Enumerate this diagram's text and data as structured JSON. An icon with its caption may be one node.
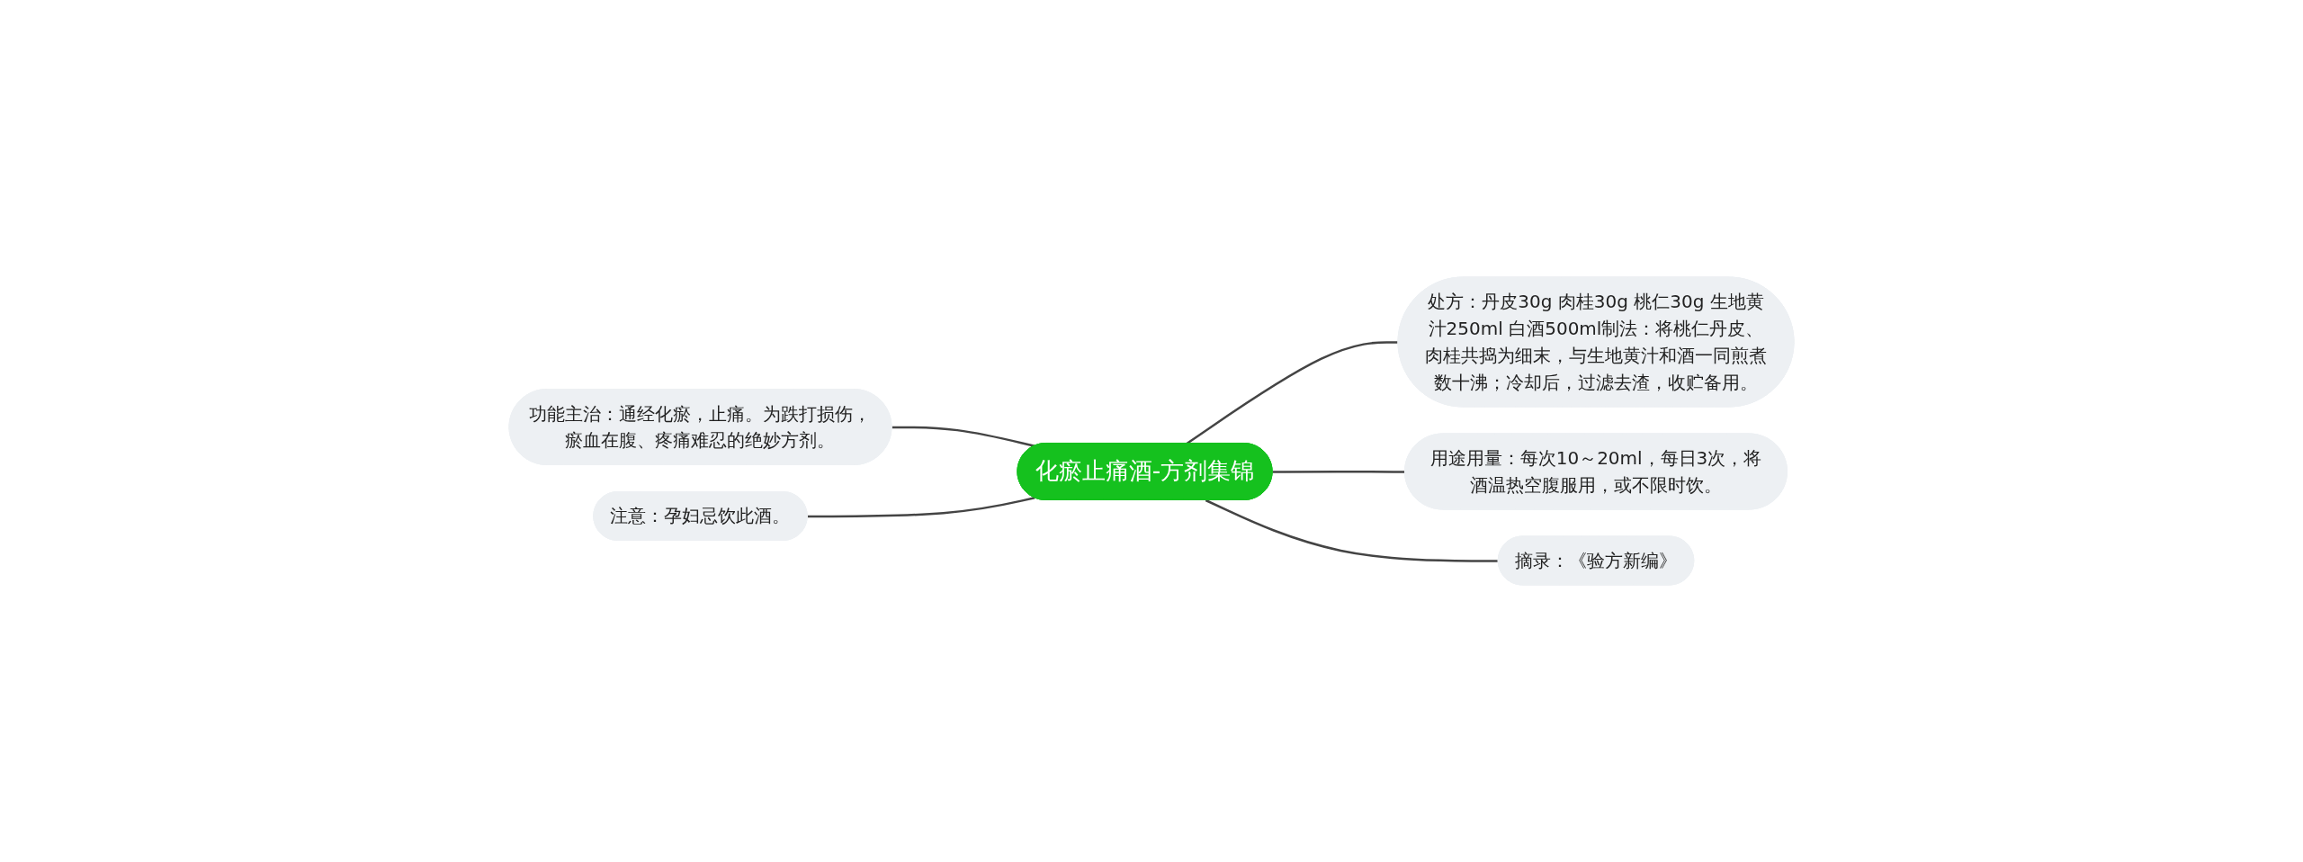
{
  "diagram": {
    "nodes": [
      {
        "text": [
          "化瘀止痛酒-方剂集锦"
        ]
      },
      {
        "text": [
          "处方：丹皮30g 肉桂30g 桃仁30g 生地黄汁250ml 白酒500ml制法：将桃仁丹皮、肉桂共捣为细末，与生地黄汁和酒一同煎煮数十沸；冷却后，过滤去渣，收贮备用。"
        ]
      },
      {
        "text": [
          "功能主治：通经化瘀，止痛。为跌打损伤，瘀血在腹、疼痛难忍的绝妙方剂。"
        ]
      },
      {
        "text": [
          "注意：孕妇忌饮此酒。"
        ]
      },
      {
        "text": [
          "用途用量：每次10～20ml，每日3次，将酒温热空腹服用，或不限时饮。"
        ]
      },
      {
        "text": [
          "摘录：《验方新编》"
        ]
      }
    ],
    "edges": [
      {
        "from": 0,
        "to": 1,
        "arrow": "none"
      },
      {
        "from": 0,
        "to": 2,
        "arrow": "none"
      },
      {
        "from": 0,
        "to": 3,
        "arrow": "none"
      },
      {
        "from": 0,
        "to": 4,
        "arrow": "none"
      },
      {
        "from": 0,
        "to": 5,
        "arrow": "none"
      }
    ]
  }
}
